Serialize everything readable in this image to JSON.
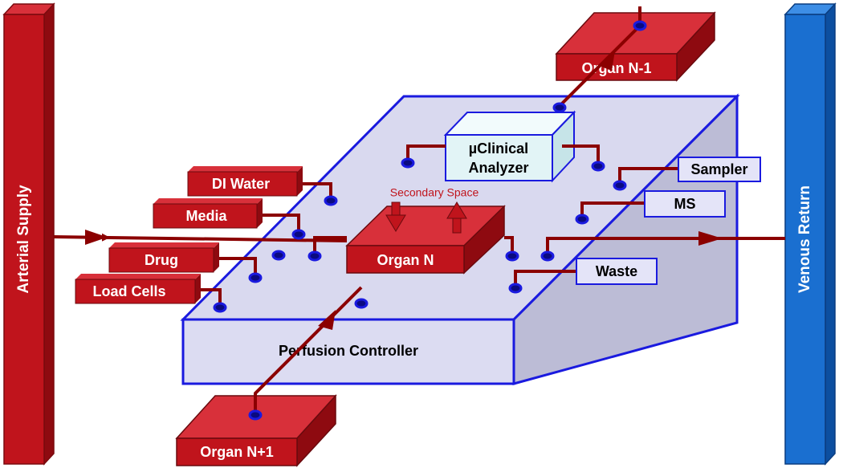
{
  "labels": {
    "arterial": "Arterial Supply",
    "venous": "Venous Return",
    "organ_prev": "Organ N-1",
    "organ_n": "Organ N",
    "organ_next": "Organ N+1",
    "perfusion": "Perfusion Controller",
    "analyzer_line1": "µClinical",
    "analyzer_line2": "Analyzer",
    "secondary_space": "Secondary Space",
    "di_water": "DI Water",
    "media": "Media",
    "drug": "Drug",
    "load_cells": "Load Cells",
    "sampler": "Sampler",
    "ms": "MS",
    "waste": "Waste"
  },
  "colors": {
    "red_front": "#c0141c",
    "red_side": "#8e0a10",
    "red_top": "#d8303a",
    "dark_line": "#8b0000",
    "blue_outline": "#1a1adf",
    "platform_top": "#d9d9ef",
    "platform_front": "#dcdcf2",
    "platform_side": "#bcbcd6",
    "venous_front": "#1a6fd0",
    "venous_side": "#0c4fa0",
    "venous_top": "#3d8ee6",
    "analyzer_front": "#e2f4f6",
    "analyzer_top": "#f2fbfc",
    "analyzer_side": "#c6e4e8",
    "label_box": "#e4e4f8",
    "port_ring": "#1a1adf",
    "port_fill": "#0a0a80"
  }
}
